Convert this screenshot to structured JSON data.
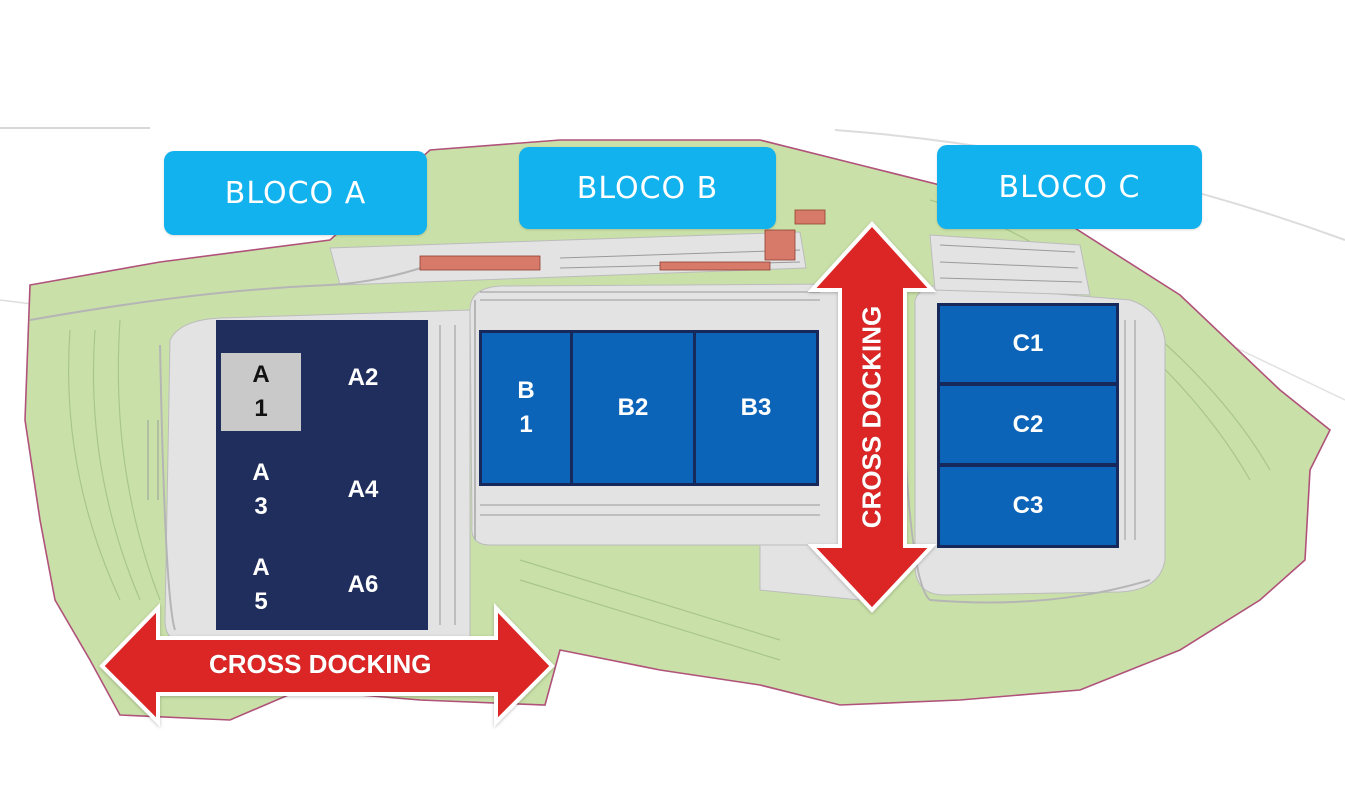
{
  "blocks": [
    {
      "label": "BLOCO A"
    },
    {
      "label": "BLOCO B"
    },
    {
      "label": "BLOCO C"
    }
  ],
  "units": {
    "a1": [
      "A",
      "1"
    ],
    "a2": "A2",
    "a3": [
      "A",
      "3"
    ],
    "a4": "A4",
    "a5": [
      "A",
      "5"
    ],
    "a6": "A6",
    "b1": [
      "B",
      "1"
    ],
    "b2": "B2",
    "b3": "B3",
    "c1": "C1",
    "c2": "C2",
    "c3": "C3"
  },
  "cross_docking": {
    "horizontal": "CROSS DOCKING",
    "vertical": "CROSS DOCKING"
  },
  "colors": {
    "block_label": "#11b2ee",
    "block_a_units": "#1f2e5c",
    "block_a1_unit": "#c9c9c9",
    "block_b_c_units": "#0c64b8",
    "unit_border": "#16295a",
    "arrow": "#dc2626",
    "terrain": "#c9e1a8",
    "pavement": "#e3e3e3",
    "site_boundary": "#b0527a"
  }
}
